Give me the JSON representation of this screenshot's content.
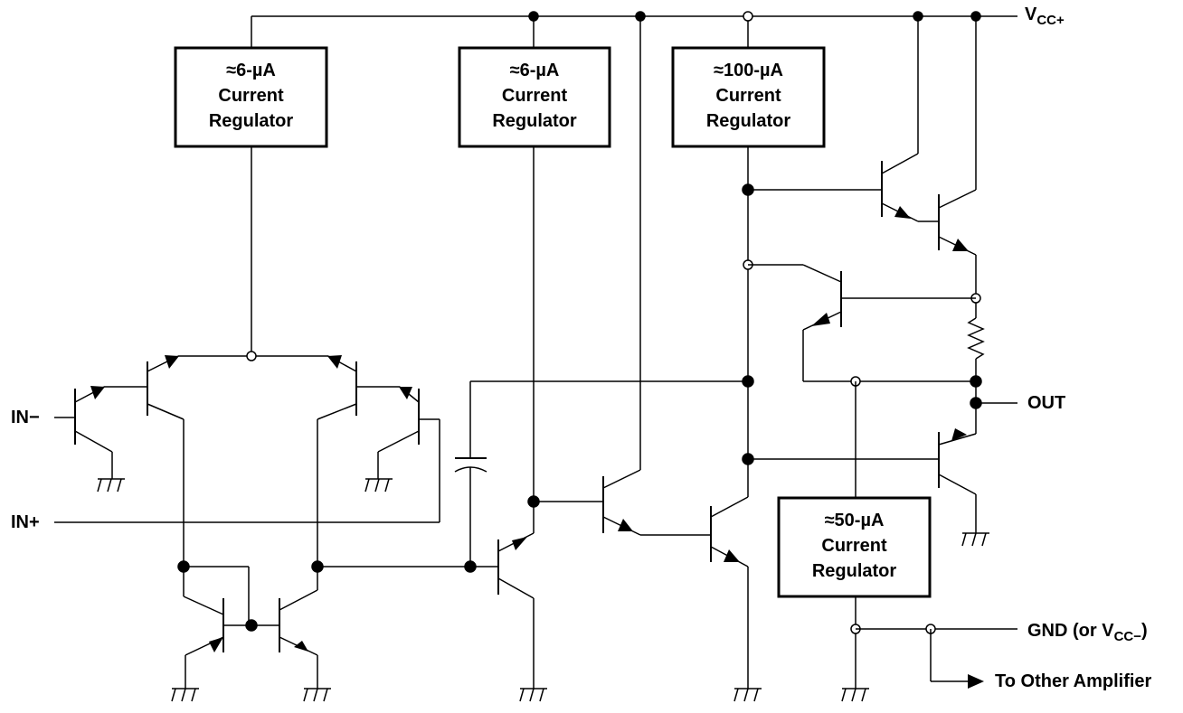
{
  "regulators": [
    {
      "current": "≈6-µA",
      "line1": "Current",
      "line2": "Regulator"
    },
    {
      "current": "≈6-µA",
      "line1": "Current",
      "line2": "Regulator"
    },
    {
      "current": "≈100-µA",
      "line1": "Current",
      "line2": "Regulator"
    },
    {
      "current": "≈50-µA",
      "line1": "Current",
      "line2": "Regulator"
    }
  ],
  "labels": {
    "vcc_main": "V",
    "vcc_sub": "CC+",
    "in_minus": "IN−",
    "in_plus": "IN+",
    "out": "OUT",
    "gnd_main": "GND (or V",
    "gnd_sub": "CC−",
    "gnd_close": ")",
    "other_amp": "To Other Amplifier"
  }
}
